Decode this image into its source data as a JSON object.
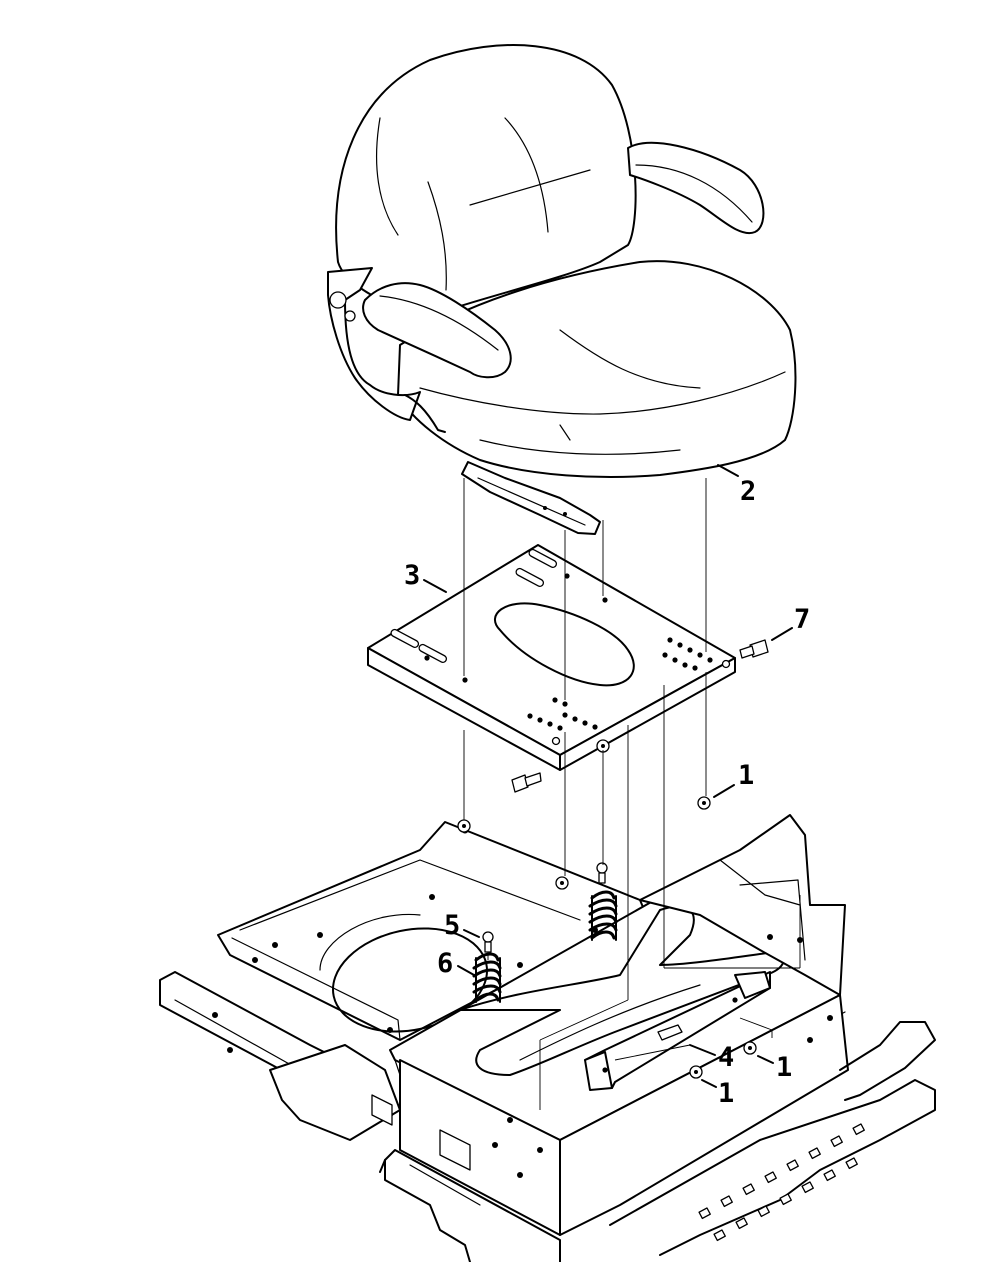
{
  "callouts": [
    {
      "id": "c2",
      "label": "2"
    },
    {
      "id": "c3",
      "label": "3"
    },
    {
      "id": "c7",
      "label": "7"
    },
    {
      "id": "c1a",
      "label": "1"
    },
    {
      "id": "c5",
      "label": "5"
    },
    {
      "id": "c6",
      "label": "6"
    },
    {
      "id": "c4",
      "label": "4"
    },
    {
      "id": "c1b",
      "label": "1"
    },
    {
      "id": "c1c",
      "label": "1"
    }
  ]
}
